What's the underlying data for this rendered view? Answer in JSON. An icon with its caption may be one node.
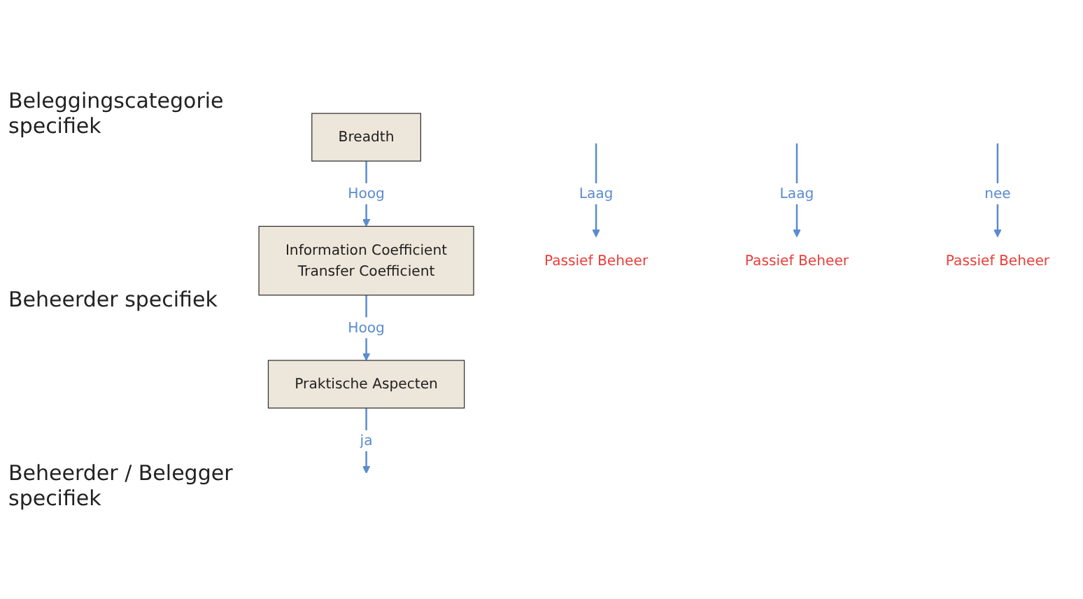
{
  "diagram": {
    "nodes": [
      {
        "text": [
          "Breadth"
        ]
      },
      {
        "text": [
          "Information Coefficient",
          "Transfer Coefficient"
        ]
      },
      {
        "text": [
          "Praktische Aspecten"
        ]
      },
      {
        "text": [
          "Passief Beheer"
        ]
      },
      {
        "text": [
          "Passief Beheer"
        ]
      },
      {
        "text": [
          "Passief Beheer"
        ]
      }
    ],
    "edges": [
      {
        "from": 0,
        "to": 1,
        "arrow": "to",
        "label": "Hoog"
      },
      {
        "from": null,
        "to": 3,
        "arrow": "to",
        "label": "Laag"
      },
      {
        "from": 1,
        "to": 2,
        "arrow": "to",
        "label": "Hoog"
      },
      {
        "from": null,
        "to": 4,
        "arrow": "to",
        "label": "Laag"
      },
      {
        "from": 2,
        "to": null,
        "arrow": "to",
        "label": "ja"
      },
      {
        "from": null,
        "to": 5,
        "arrow": "to",
        "label": "nee"
      }
    ],
    "labels": [
      "Beleggingscategorie specifiek",
      "Beheerder specifiek",
      "Beheerder / Belegger specifiek"
    ]
  }
}
